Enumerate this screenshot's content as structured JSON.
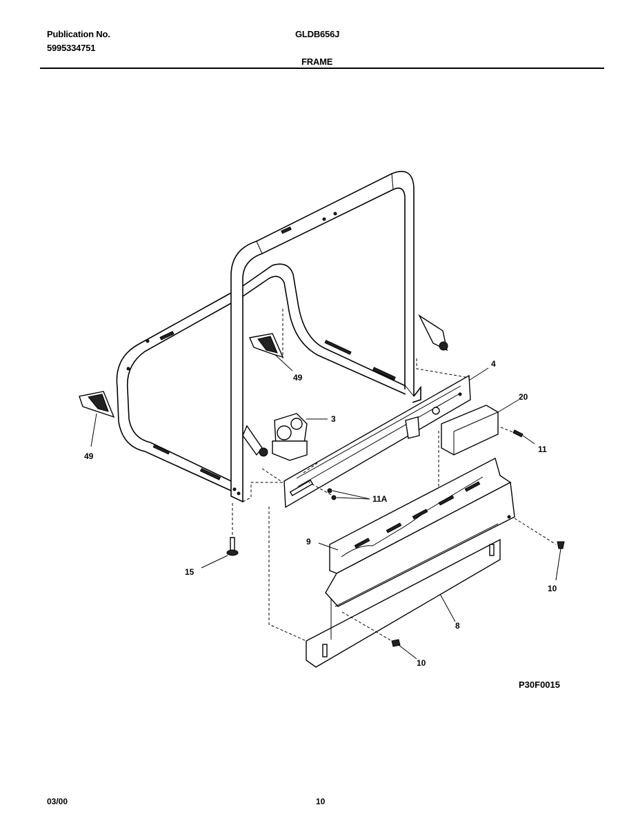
{
  "header": {
    "publication_label": "Publication No.",
    "publication_number": "5995334751",
    "model": "GLDB656J",
    "section_title": "FRAME"
  },
  "diagram": {
    "reference_code": "P30F0015",
    "callouts": {
      "p49_left": "49",
      "p49_center": "49",
      "p3": "3",
      "p4": "4",
      "p20": "20",
      "p11": "11",
      "p11a": "11A",
      "p9": "9",
      "p15": "15",
      "p10_right": "10",
      "p8": "8",
      "p10_bottom": "10"
    }
  },
  "footer": {
    "date": "03/00",
    "page": "10"
  }
}
